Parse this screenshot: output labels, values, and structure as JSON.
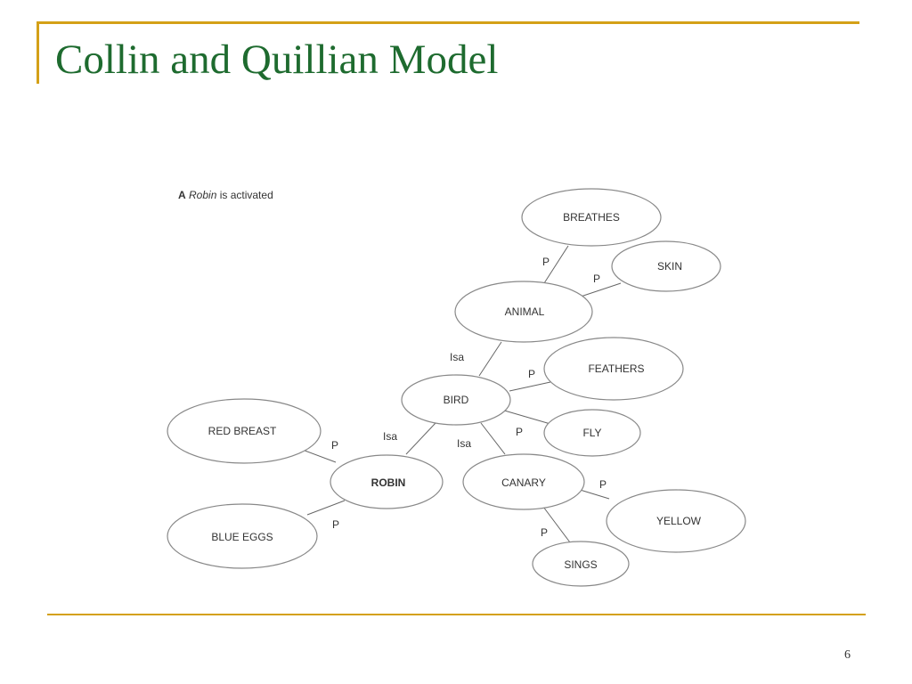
{
  "slide": {
    "title": "Collin and Quillian Model",
    "page_number": "6",
    "colors": {
      "title": "#1e6b2f",
      "accent": "#d4a017",
      "diagram_line": "#666666"
    }
  },
  "diagram": {
    "caption_letter": "A",
    "caption_italic": "Robin",
    "caption_rest": " is activated",
    "nodes": {
      "breathes": "BREATHES",
      "skin": "SKIN",
      "animal": "ANIMAL",
      "feathers": "FEATHERS",
      "bird": "BIRD",
      "fly": "FLY",
      "red_breast": "RED BREAST",
      "robin": "ROBIN",
      "canary": "CANARY",
      "yellow": "YELLOW",
      "blue_eggs": "BLUE EGGS",
      "sings": "SINGS"
    },
    "edge_labels": {
      "animal_breathes": "P",
      "animal_skin": "P",
      "bird_animal": "Isa",
      "bird_feathers": "P",
      "bird_fly": "P",
      "robin_bird": "Isa",
      "canary_bird": "Isa",
      "robin_red_breast": "P",
      "robin_blue_eggs": "P",
      "canary_yellow": "P",
      "canary_sings": "P"
    }
  }
}
